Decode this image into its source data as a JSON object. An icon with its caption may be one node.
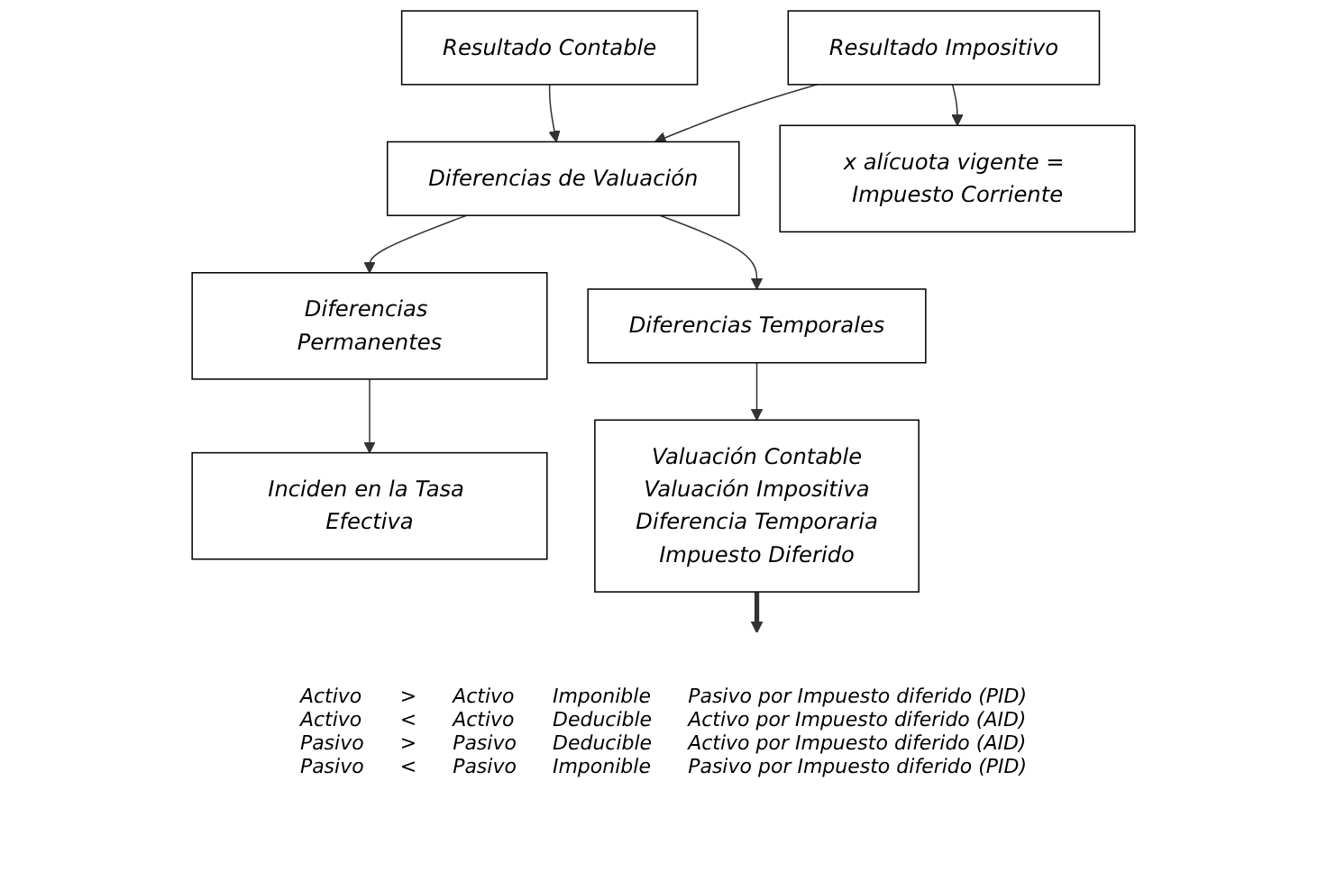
{
  "diagram": {
    "nodes": [
      {
        "text": [
          "Resultado Contable"
        ]
      },
      {
        "text": [
          "Diferencias de Valuación"
        ]
      },
      {
        "text": [
          "Resultado Impositivo"
        ]
      },
      {
        "text": [
          "Diferencias Temporales"
        ]
      },
      {
        "text": [
          "Diferencias Permanentes"
        ]
      },
      {
        "text": [
          "x alícuota vigente = Impuesto Corriente"
        ]
      },
      {
        "text": [
          "Inciden en la Tasa Efectiva"
        ]
      },
      {
        "text": [
          "Valuación Contable",
          "Valuación Impositiva",
          "Diferencia Temporaria",
          "Impuesto Diferido"
        ]
      }
    ],
    "edges": [
      {
        "from": 0,
        "to": 1,
        "arrow": "to"
      },
      {
        "from": 2,
        "to": 1,
        "arrow": "to"
      },
      {
        "from": 1,
        "to": 3,
        "arrow": "to"
      },
      {
        "from": 1,
        "to": 4,
        "arrow": "to"
      },
      {
        "from": 2,
        "to": 5,
        "arrow": "to"
      },
      {
        "from": 4,
        "to": 6,
        "arrow": "to"
      },
      {
        "from": 3,
        "to": 7,
        "arrow": "to"
      },
      {
        "from": 7,
        "to": null,
        "arrow": "to",
        "style": "thick"
      }
    ],
    "labels": [
      "Activo",
      ">",
      "Activo",
      "Imponible",
      "Pasivo por Impuesto diferido (PID)",
      "Activo",
      "<",
      "Activo",
      "Deducible",
      "Activo por Impuesto diferido (AID)",
      "Pasivo",
      ">",
      "Pasivo",
      "Deducible",
      "Activo por Impuesto diferido (AID)",
      "Pasivo",
      "<",
      "Pasivo",
      "Imponible",
      "Pasivo por Impuesto diferido (PID)"
    ]
  }
}
